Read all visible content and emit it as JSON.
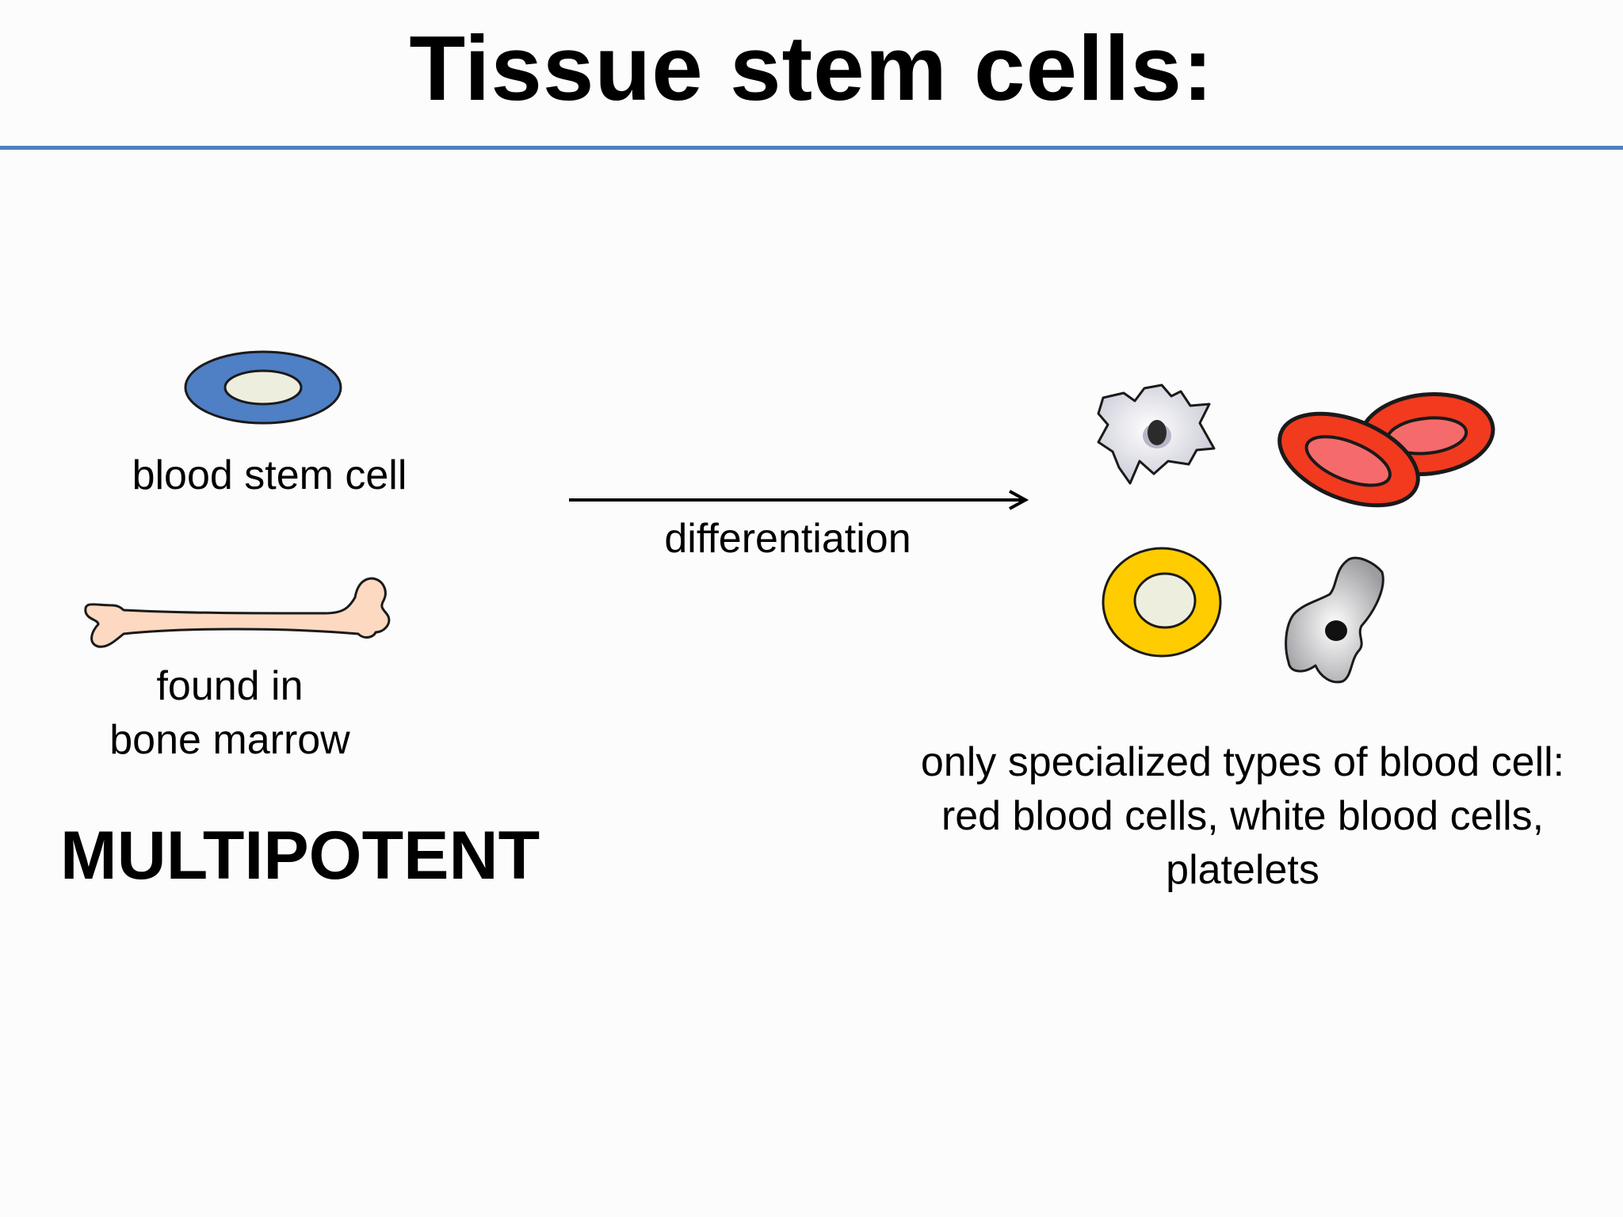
{
  "title": "Tissue stem cells:",
  "left": {
    "stem_cell_label": "blood stem cell",
    "location_line1": "found in",
    "location_line2": "bone marrow",
    "potency": "MULTIPOTENT"
  },
  "arrow_label": "differentiation",
  "right": {
    "description_lines": [
      "only specialized types of blood cell:",
      "red blood cells, white blood cells,",
      "platelets"
    ]
  },
  "colors": {
    "rule": "#4f81bd",
    "stem_cell": "#4f7fc4",
    "nucleus": "#eeeedf",
    "bone": "#fcd9c0",
    "red_cell": "#f23a1f",
    "red_cell_inner": "#f56b6b",
    "yellow_cell": "#ffcc00"
  }
}
